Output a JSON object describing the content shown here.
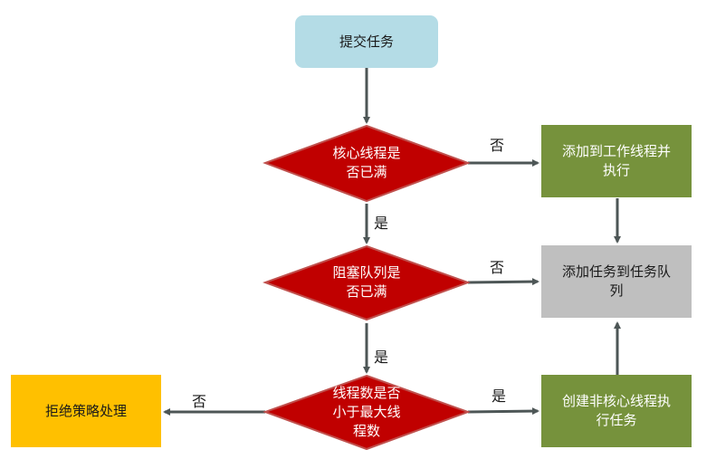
{
  "nodes": {
    "submit": "提交任务",
    "core_full": "核心线程是\n否已满",
    "add_worker": "添加到工作线程并\n执行",
    "queue_full": "阻塞队列是\n否已满",
    "add_queue": "添加任务到任务队\n列",
    "max_check": "线程数是否\n小于最大线\n程数",
    "create_noncore": "创建非核心线程执\n行任务",
    "reject": "拒绝策略处理"
  },
  "edge_labels": {
    "core_no": "否",
    "core_yes": "是",
    "queue_no": "否",
    "queue_yes": "是",
    "max_no": "否",
    "max_yes": "是"
  },
  "colors": {
    "start": "#b4dce6",
    "decision": "#c00000",
    "decision_border": "#c0504d",
    "process_green": "#76923c",
    "process_gray": "#bfbfbf",
    "terminal_reject": "#ffc000",
    "arrow": "#4d5656"
  }
}
